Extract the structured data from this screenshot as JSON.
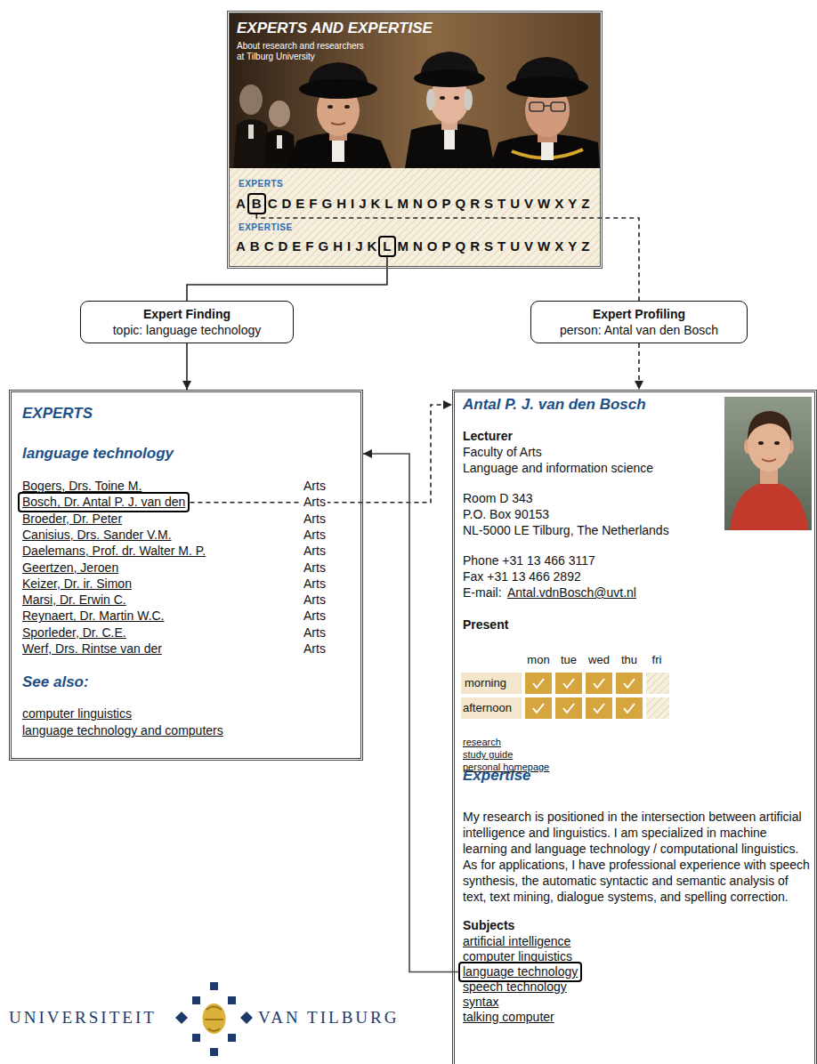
{
  "diagram": {
    "nodes": [
      {
        "text": [
          "EXPERTS AND EXPERTISE",
          "About research and researchers at Tilburg University",
          "EXPERTS",
          "EXPERTISE"
        ]
      },
      {
        "text": [
          "B"
        ],
        "in": 0
      },
      {
        "text": [
          "L"
        ],
        "in": 0
      },
      {
        "text": [
          "Expert Finding",
          "topic: language technology"
        ]
      },
      {
        "text": [
          "Expert Profiling",
          "person: Antal van den Bosch"
        ]
      },
      {
        "text": [
          "EXPERTS",
          "language technology",
          "Bogers, Drs. Toine M.",
          "Arts",
          "Arts",
          "Broeder, Dr. Peter",
          "Arts",
          "Canisius, Drs. Sander V.M.",
          "Arts",
          "Daelemans, Prof. dr. Walter M. P.",
          "Arts",
          "Geertzen, Jeroen",
          "Arts",
          "Keizer, Dr. ir. Simon",
          "Arts",
          "Marsi, Dr. Erwin C.",
          "Arts",
          "Reynaert, Dr. Martin W.C.",
          "Arts",
          "Sporleder, Dr. C.E.",
          "Arts",
          "Werf, Drs. Rintse van der",
          "Arts",
          "See also:",
          "computer linguistics",
          "language technology and computers"
        ]
      },
      {
        "text": [
          "Bosch, Dr. Antal P. J. van den"
        ],
        "in": 5
      },
      {
        "text": [
          "Antal P. J. van den Bosch",
          "Lecturer",
          "Faculty of Arts",
          "Language and information science",
          "Room D 343",
          "P.O. Box 90153",
          "NL-5000 LE Tilburg, The Netherlands",
          "Phone +31 13 466 3117",
          "Fax +31 13 466 2892",
          "E-mail:",
          "Antal.vdnBosch@uvt.nl",
          "Present",
          "mon",
          "tue",
          "wed",
          "thu",
          "fri",
          "morning",
          "afternoon",
          "research",
          "study guide",
          "personal homepage",
          "Expertise",
          "My research is positioned in the intersection between artificial intelligence and linguistics. I am specialized in machine learning and language technology / computational linguistics. As for applications, I have professional experience with speech synthesis, the automatic syntactic and semantic analysis of text, text mining, dialogue systems, and spelling correction.",
          "Subjects",
          "artificial intelligence",
          "computer linguistics",
          "speech technology",
          "syntax",
          "talking computer"
        ]
      },
      {
        "text": [
          "language technology"
        ],
        "in": 7
      }
    ],
    "edges": [
      {
        "from": 1,
        "to": 4,
        "arrow": "none"
      },
      {
        "from": 2,
        "to": 3,
        "arrow": "none"
      },
      {
        "from": 3,
        "to": 5,
        "arrow": "to"
      },
      {
        "from": 4,
        "to": 7,
        "arrow": "to"
      },
      {
        "from": 6,
        "to": 7,
        "arrow": "to"
      },
      {
        "from": 8,
        "to": 5,
        "arrow": "to"
      }
    ],
    "labels": [
      "A",
      "CDEFGHIJKLMNOPQRSTUVWXYZ",
      "ABCDEFGHIJK",
      "MNOPQRSTUVWXYZ",
      "UNIVERSITEIT",
      "VAN TILBURG"
    ]
  }
}
